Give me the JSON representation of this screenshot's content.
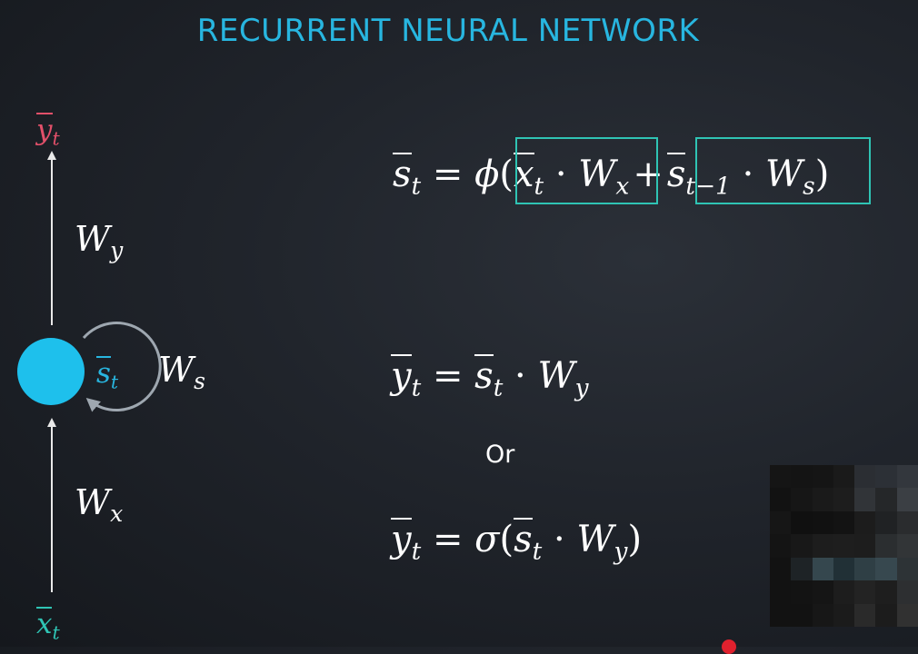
{
  "title": "RECURRENT NEURAL NETWORK",
  "colors": {
    "title": "#28b6e0",
    "output": "#e2506a",
    "input": "#2fc4b4",
    "state_node": "#1ec0ec",
    "state_label": "#28b6e0",
    "highlight_box": "#2fc4b4",
    "text": "#ffffff"
  },
  "diagram": {
    "output": {
      "var": "y",
      "sub": "t"
    },
    "input": {
      "var": "x",
      "sub": "t"
    },
    "state": {
      "var": "s",
      "sub": "t"
    },
    "output_weight": {
      "var": "W",
      "sub": "y"
    },
    "input_weight": {
      "var": "W",
      "sub": "x"
    },
    "recurrent_weight": {
      "var": "W",
      "sub": "s"
    }
  },
  "equations": {
    "state": {
      "lhs": {
        "var": "s",
        "sub": "t"
      },
      "eq": "=",
      "func": "ϕ",
      "open": "(",
      "term1": {
        "v1": "x",
        "s1": "t",
        "dot": "·",
        "v2": "W",
        "s2": "x"
      },
      "plus": "+",
      "term2": {
        "v1": "s",
        "s1": "t−1",
        "dot": "·",
        "v2": "W",
        "s2": "s"
      },
      "close": ")"
    },
    "output_linear": {
      "lhs": {
        "var": "y",
        "sub": "t"
      },
      "eq": "=",
      "rhs": {
        "v1": "s",
        "s1": "t",
        "dot": "·",
        "v2": "W",
        "s2": "y"
      }
    },
    "or_label": "Or",
    "output_sigmoid": {
      "lhs": {
        "var": "y",
        "sub": "t"
      },
      "eq": "=",
      "func": "σ",
      "open": "(",
      "rhs": {
        "v1": "s",
        "s1": "t",
        "dot": "·",
        "v2": "W",
        "s2": "y"
      },
      "close": ")"
    }
  },
  "pixelated_overlay": [
    [
      "#151515",
      "#141414",
      "#151515",
      "#1a1a1a",
      "#2b2e33",
      "#2c3036",
      "#33373d"
    ],
    [
      "#121212",
      "#161616",
      "#1a1a1a",
      "#1d1d1d",
      "#313438",
      "#252729",
      "#3b3f44"
    ],
    [
      "#161616",
      "#101010",
      "#111111",
      "#131313",
      "#1c1c1c",
      "#202224",
      "#2a2c2e"
    ],
    [
      "#141414",
      "#181818",
      "#1d1d1d",
      "#1e1e1e",
      "#1d1d1d",
      "#2b2e30",
      "#323537"
    ],
    [
      "#121212",
      "#1e2326",
      "#35474e",
      "#213036",
      "#2f3f45",
      "#37484f",
      "#2d3336"
    ],
    [
      "#121212",
      "#131313",
      "#151515",
      "#1d1d1d",
      "#232323",
      "#1e1e1e",
      "#2d2f31"
    ],
    [
      "#121212",
      "#121212",
      "#171717",
      "#1b1b1b",
      "#2a2a2a",
      "#1c1c1c",
      "#313131"
    ]
  ]
}
